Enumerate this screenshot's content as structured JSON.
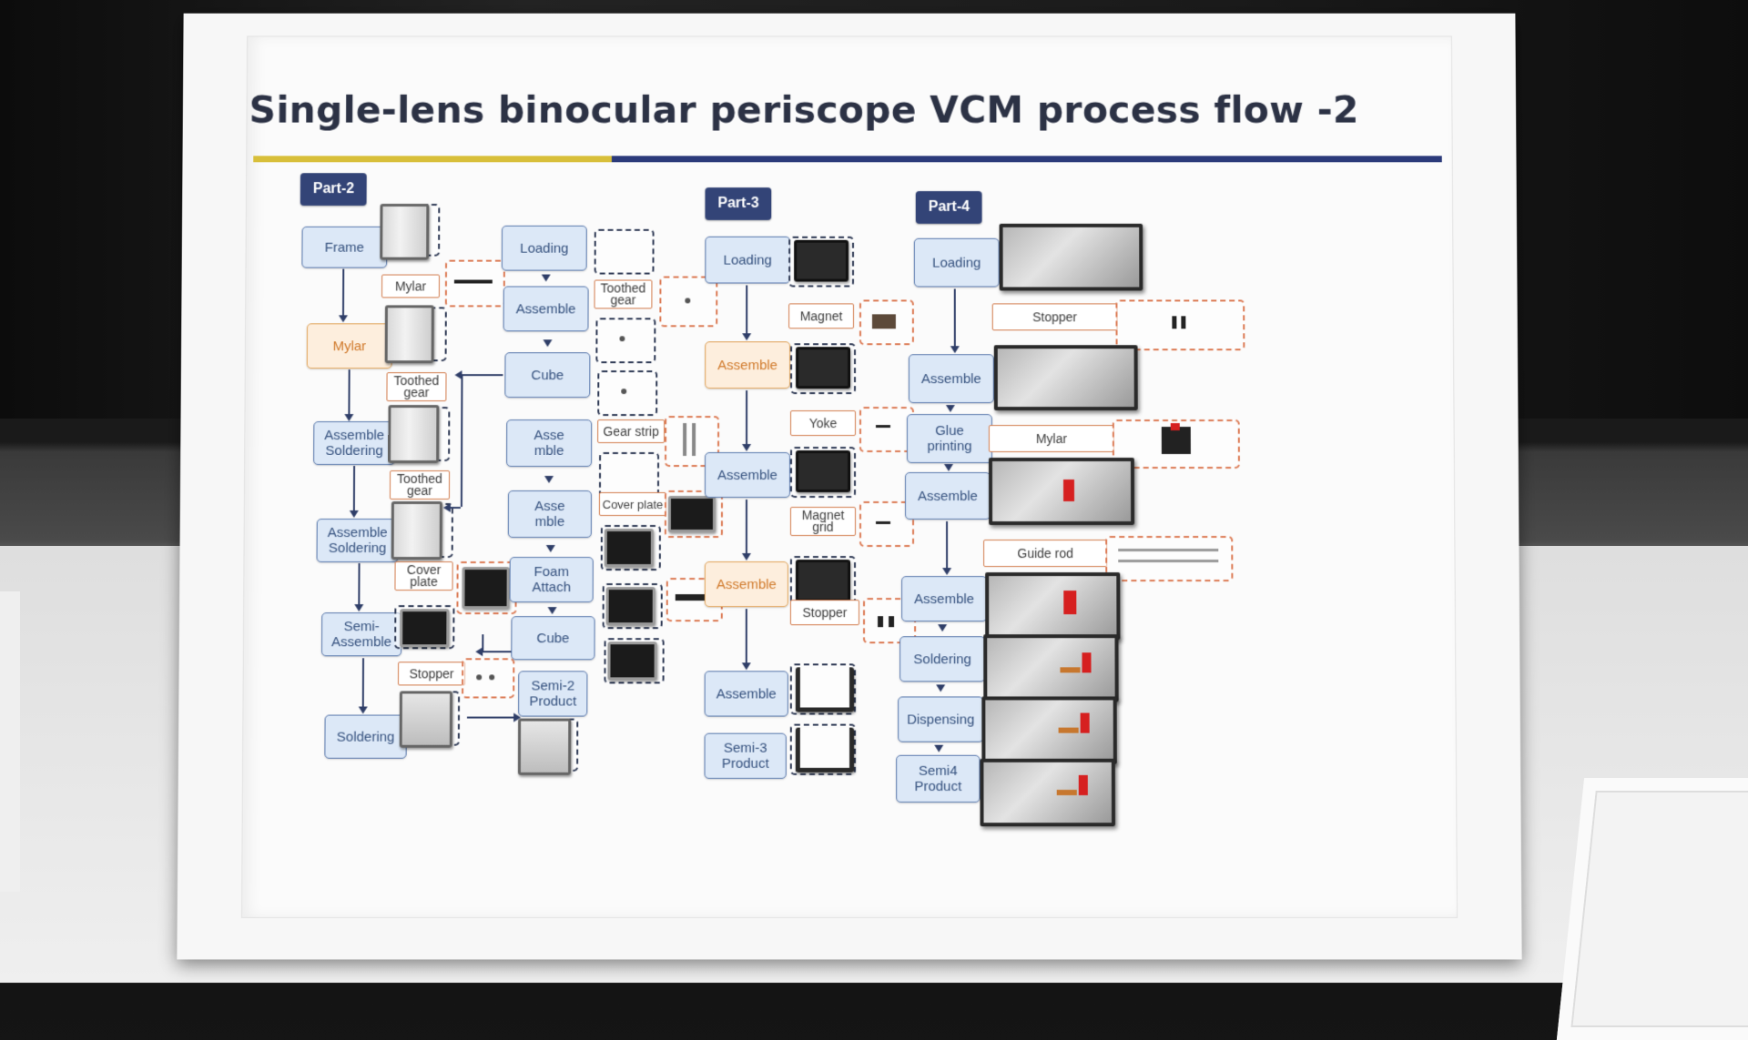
{
  "title": "Single-lens binocular periscope VCM process flow -2",
  "parts": {
    "part2": "Part-2",
    "part3": "Part-3",
    "part4": "Part-4"
  },
  "part2": {
    "steps": [
      "Frame",
      "Mylar",
      "Assemble\nSoldering",
      "Assemble\nSoldering",
      "Semi-\nAssemble",
      "Soldering"
    ],
    "materials": [
      "Mylar",
      "Toothed\ngear",
      "Toothed\ngear",
      "Cover\nplate",
      "Stopper"
    ]
  },
  "part2b": {
    "steps": [
      "Loading",
      "Assemble",
      "Cube",
      "Asse\nmble",
      "Asse\nmble",
      "Foam\nAttach",
      "Cube",
      "Semi-2\nProduct"
    ],
    "materials": [
      "Toothed\ngear",
      "Gear strip",
      "Cover plate"
    ]
  },
  "part3": {
    "steps": [
      "Loading",
      "Assemble",
      "Assemble",
      "Assemble",
      "Assemble",
      "Semi-3\nProduct"
    ],
    "materials": [
      "Magnet",
      "Yoke",
      "Magnet\ngrid",
      "Stopper"
    ]
  },
  "part4": {
    "steps": [
      "Loading",
      "Assemble",
      "Glue\nprinting",
      "Assemble",
      "Assemble",
      "Soldering",
      "Dispensing",
      "Semi4\nProduct"
    ],
    "materials": [
      "Stopper",
      "Mylar",
      "Guide rod"
    ]
  },
  "colors": {
    "title": "#2c3245",
    "part_header": "#334477",
    "step_fill": "#dce8f7",
    "highlight_fill": "#fdeedd",
    "accent_yellow": "#d8bf3a",
    "accent_blue": "#2b3a7a"
  }
}
